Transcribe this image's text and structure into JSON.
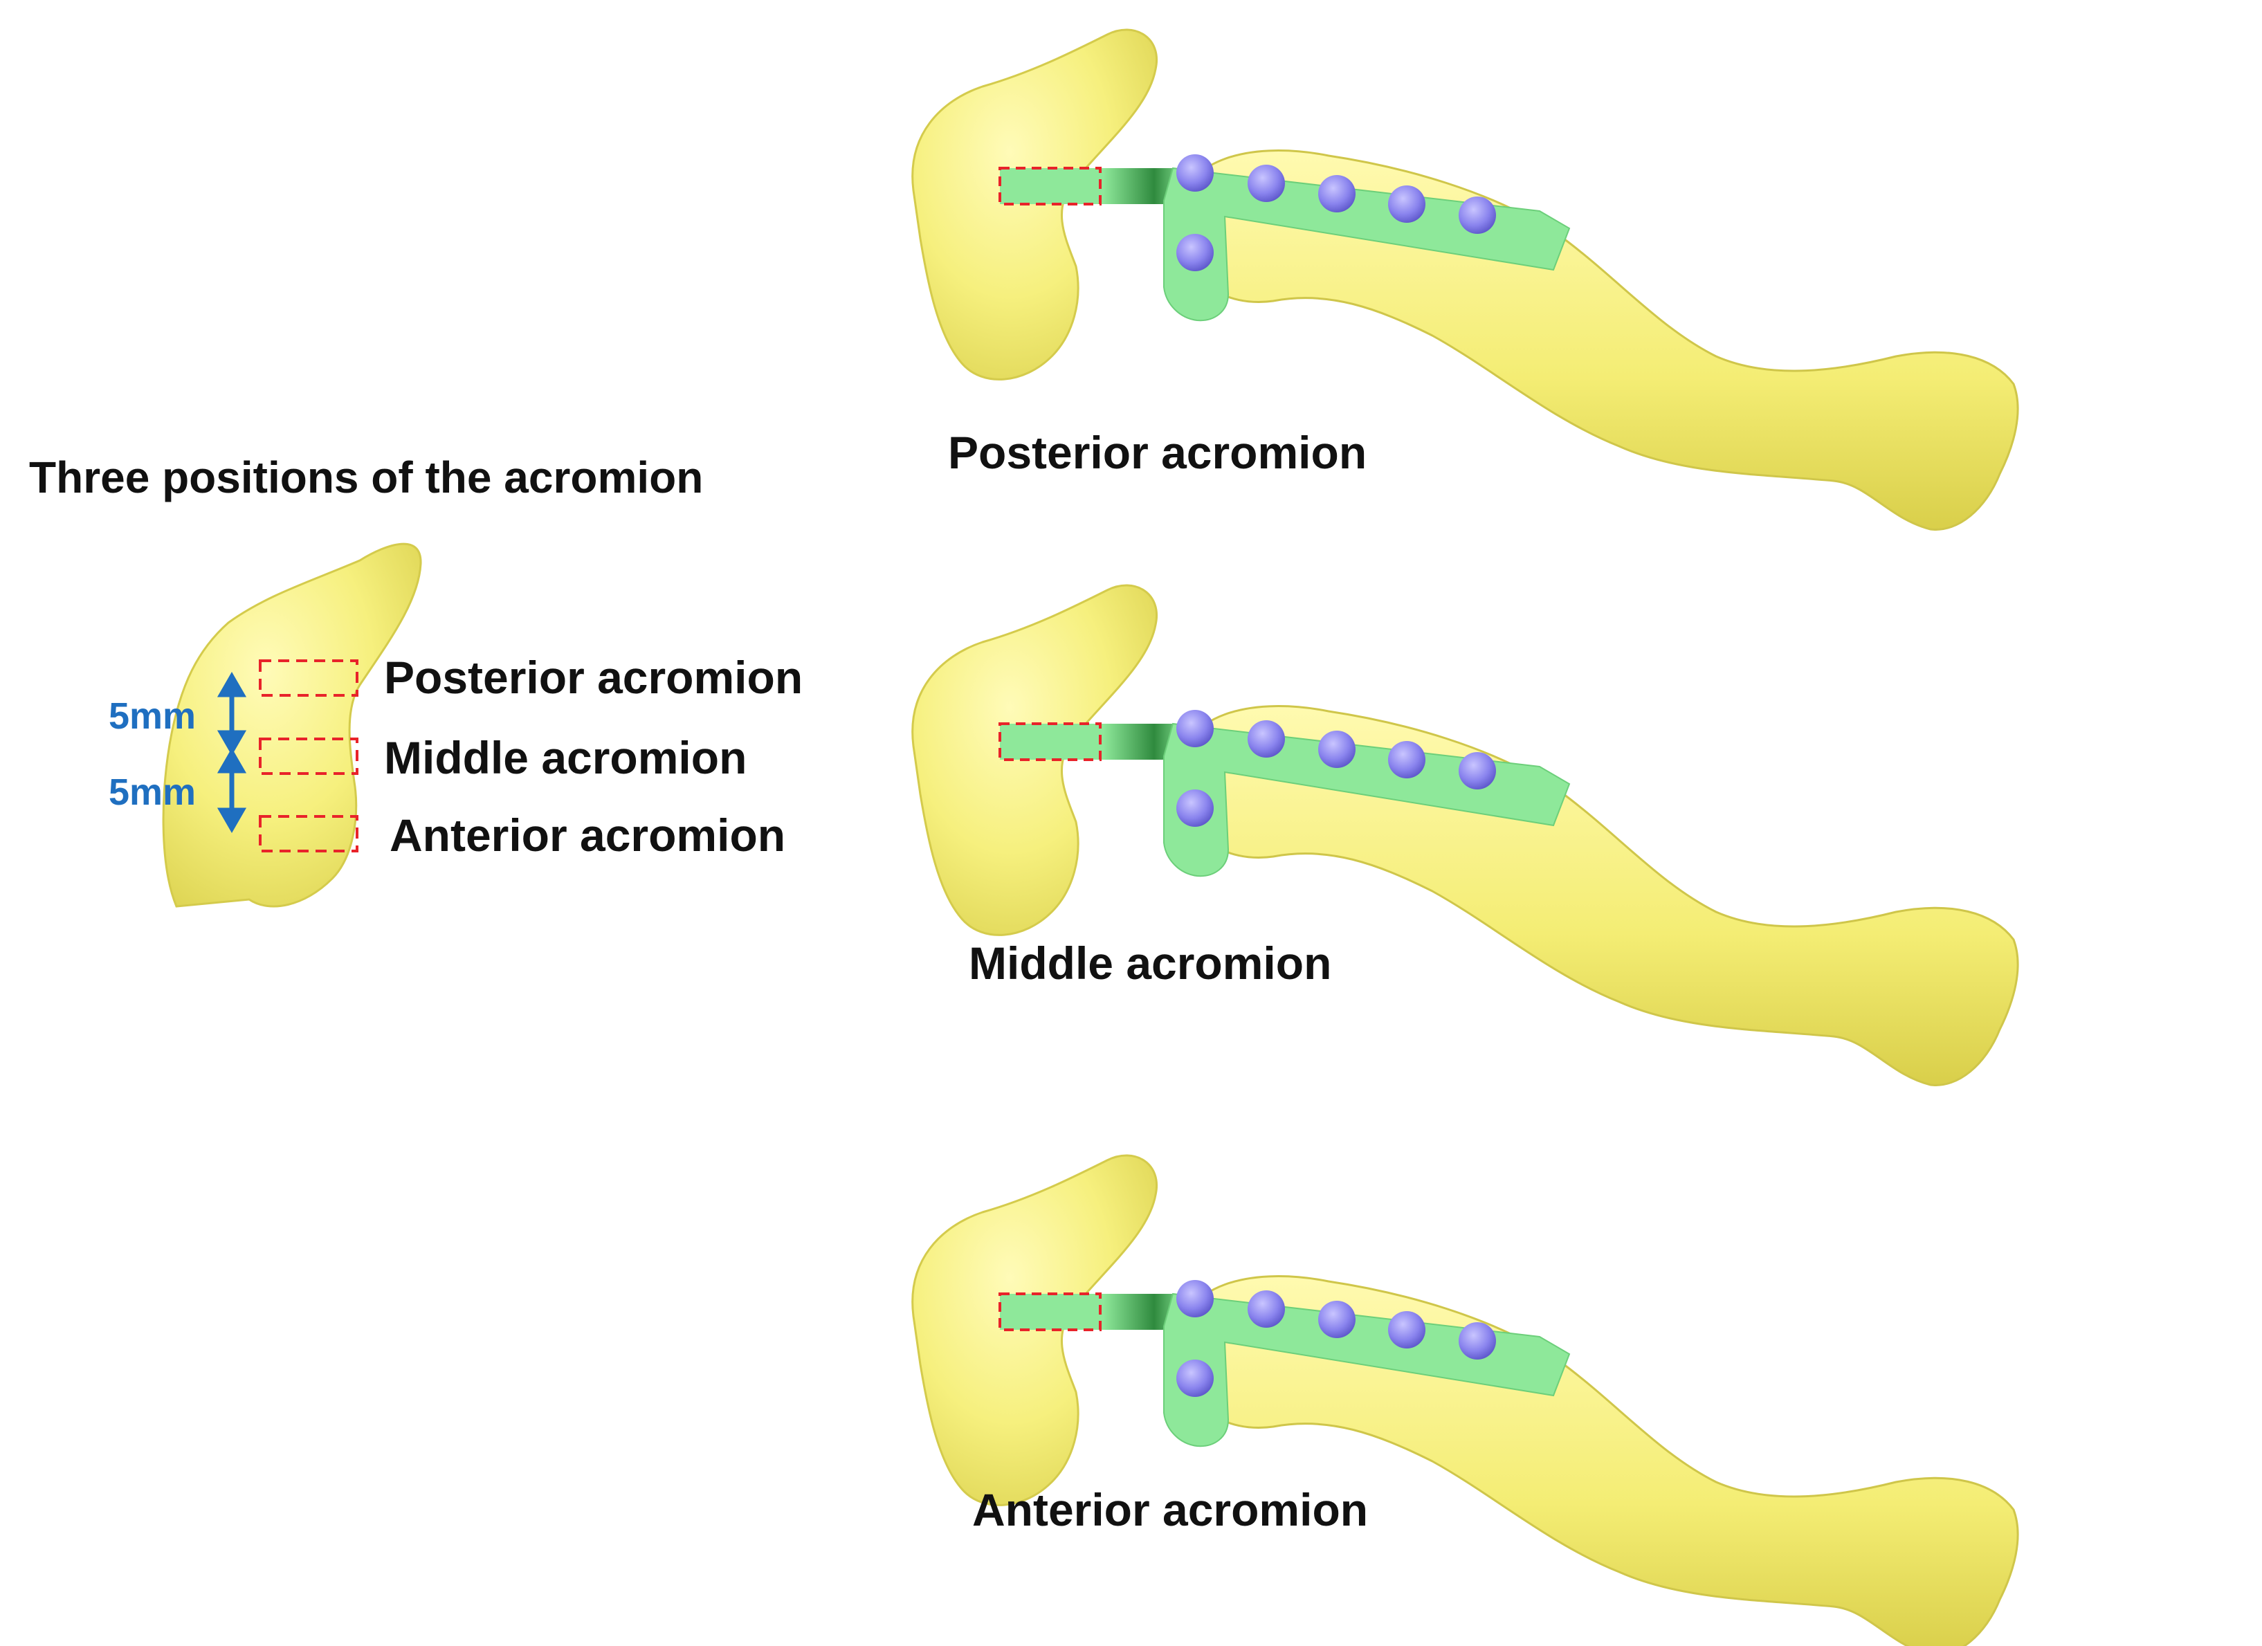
{
  "diagram": {
    "legend_title": "Three positions of the acromion",
    "positions": [
      {
        "key": "posterior",
        "label": "Posterior acromion"
      },
      {
        "key": "middle",
        "label": "Middle acromion"
      },
      {
        "key": "anterior",
        "label": "Anterior acromion"
      }
    ],
    "spacing_labels": [
      "5mm",
      "5mm"
    ],
    "panel_captions": [
      "Posterior acromion",
      "Middle acromion",
      "Anterior acromion"
    ]
  },
  "colors": {
    "bone": "#f6f07e",
    "bone_outline": "#d8cf4e",
    "plate": "#8ee89a",
    "plate_dark": "#2f8a3e",
    "screw": "#8a84ee",
    "screw_outline": "#5a54c8",
    "marker": "#e8232a",
    "dimension": "#1f6fc0"
  }
}
